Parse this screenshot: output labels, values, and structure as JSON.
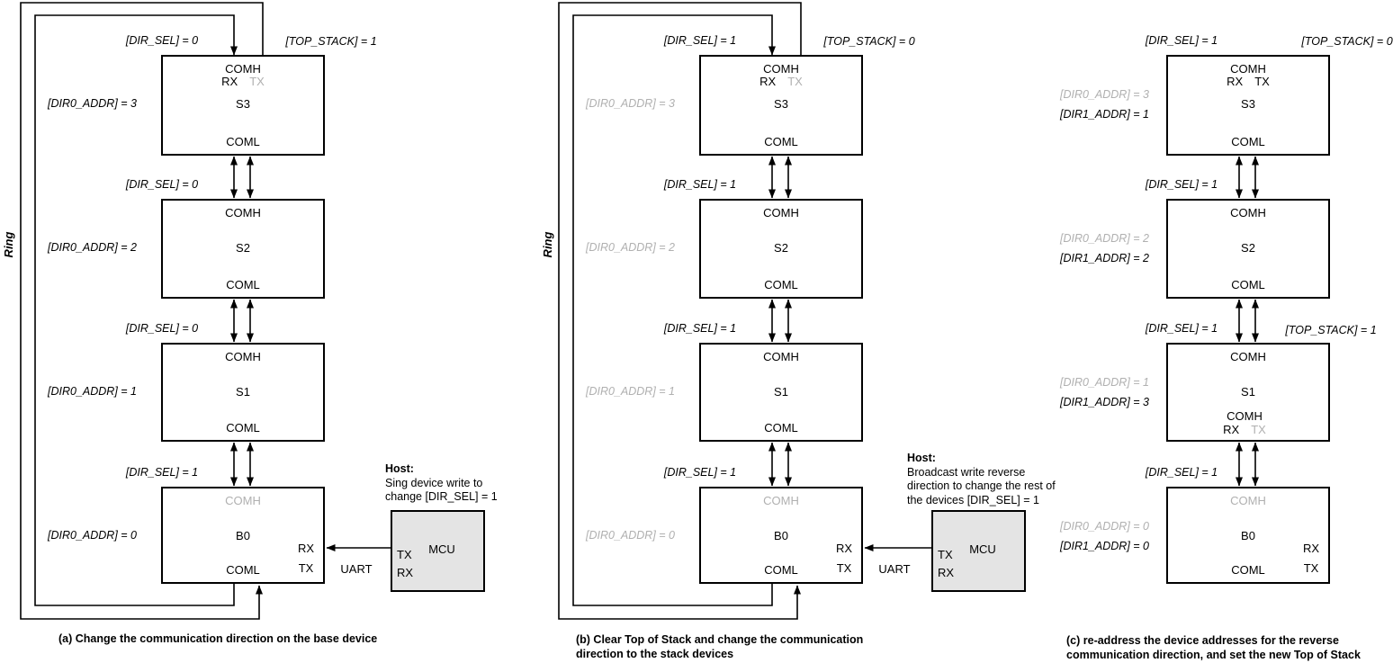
{
  "colors": {
    "ink": "#000000",
    "dim_text": "#b0b0b0",
    "mcu_fill": "#e4e4e4",
    "background": "#ffffff"
  },
  "panels": [
    {
      "name": "a",
      "ring_label": "Ring",
      "caption_lines": [
        "(a) Change the communication direction on the base device"
      ],
      "host": {
        "title": "Host:",
        "lines": [
          "Sing device write to",
          "change [DIR_SEL] = 1"
        ]
      },
      "mcu": {
        "label": "MCU",
        "tx": "TX",
        "rx": "RX",
        "bus_label": "UART"
      },
      "devices": [
        {
          "name": "S3",
          "dir_sel": "[DIR_SEL] = 0",
          "top_stack": "[TOP_STACK] = 1",
          "addrs": [
            {
              "text": "[DIR0_ADDR] = 3",
              "dim": false
            }
          ],
          "top_port": "COMH",
          "top_port_dim": false,
          "top_rx": "RX",
          "top_rx_dim": false,
          "top_tx": "TX",
          "top_tx_dim": true,
          "bottom_port": "COML"
        },
        {
          "name": "S2",
          "dir_sel": "[DIR_SEL] = 0",
          "addrs": [
            {
              "text": "[DIR0_ADDR] = 2",
              "dim": false
            }
          ],
          "top_port": "COMH",
          "top_port_dim": false,
          "bottom_port": "COML"
        },
        {
          "name": "S1",
          "dir_sel": "[DIR_SEL] = 0",
          "addrs": [
            {
              "text": "[DIR0_ADDR] = 1",
              "dim": false
            }
          ],
          "top_port": "COMH",
          "top_port_dim": false,
          "bottom_port": "COML"
        },
        {
          "name": "B0",
          "dir_sel": "[DIR_SEL] = 1",
          "addrs": [
            {
              "text": "[DIR0_ADDR] = 0",
              "dim": false
            }
          ],
          "top_port": "COMH",
          "top_port_dim": true,
          "bottom_port": "COML",
          "side_rx": "RX",
          "side_tx": "TX"
        }
      ]
    },
    {
      "name": "b",
      "ring_label": "Ring",
      "caption_lines": [
        "(b) Clear Top of Stack and change the communication",
        "direction to the stack devices"
      ],
      "host": {
        "title": "Host:",
        "lines": [
          "Broadcast write reverse",
          "direction to change the rest of",
          "the devices [DIR_SEL] = 1"
        ]
      },
      "mcu": {
        "label": "MCU",
        "tx": "TX",
        "rx": "RX",
        "bus_label": "UART"
      },
      "devices": [
        {
          "name": "S3",
          "dir_sel": "[DIR_SEL] = 1",
          "top_stack": "[TOP_STACK] = 0",
          "addrs": [
            {
              "text": "[DIR0_ADDR] = 3",
              "dim": true
            }
          ],
          "top_port": "COMH",
          "top_port_dim": false,
          "top_rx": "RX",
          "top_rx_dim": false,
          "top_tx": "TX",
          "top_tx_dim": true,
          "bottom_port": "COML"
        },
        {
          "name": "S2",
          "dir_sel": "[DIR_SEL] = 1",
          "addrs": [
            {
              "text": "[DIR0_ADDR] = 2",
              "dim": true
            }
          ],
          "top_port": "COMH",
          "top_port_dim": false,
          "bottom_port": "COML"
        },
        {
          "name": "S1",
          "dir_sel": "[DIR_SEL] = 1",
          "addrs": [
            {
              "text": "[DIR0_ADDR] = 1",
              "dim": true
            }
          ],
          "top_port": "COMH",
          "top_port_dim": false,
          "bottom_port": "COML"
        },
        {
          "name": "B0",
          "dir_sel": "[DIR_SEL] = 1",
          "addrs": [
            {
              "text": "[DIR0_ADDR] = 0",
              "dim": true
            }
          ],
          "top_port": "COMH",
          "top_port_dim": true,
          "bottom_port": "COML",
          "side_rx": "RX",
          "side_tx": "TX"
        }
      ]
    },
    {
      "name": "c",
      "caption_lines": [
        "(c) re-address the device addresses for the reverse",
        "communication direction, and set the new Top of Stack"
      ],
      "devices": [
        {
          "name": "S3",
          "dir_sel": "[DIR_SEL] = 1",
          "top_stack": "[TOP_STACK] = 0",
          "addrs": [
            {
              "text": "[DIR0_ADDR] = 3",
              "dim": true
            },
            {
              "text": "[DIR1_ADDR] = 1",
              "dim": false
            }
          ],
          "top_port": "COMH",
          "top_port_dim": false,
          "top_rx": "RX",
          "top_rx_dim": false,
          "top_tx": "TX",
          "top_tx_dim": false,
          "bottom_port": "COML"
        },
        {
          "name": "S2",
          "dir_sel": "[DIR_SEL] = 1",
          "addrs": [
            {
              "text": "[DIR0_ADDR] = 2",
              "dim": true
            },
            {
              "text": "[DIR1_ADDR] = 2",
              "dim": false
            }
          ],
          "top_port": "COMH",
          "top_port_dim": false,
          "bottom_port": "COML"
        },
        {
          "name": "S1",
          "dir_sel": "[DIR_SEL] = 1",
          "top_stack": "[TOP_STACK] = 1",
          "addrs": [
            {
              "text": "[DIR0_ADDR] = 1",
              "dim": true
            },
            {
              "text": "[DIR1_ADDR] = 3",
              "dim": false
            }
          ],
          "top_port": "COMH",
          "top_port_dim": false,
          "bottom_port2": "COMH",
          "bottom_rx": "RX",
          "bottom_rx_dim": false,
          "bottom_tx": "TX",
          "bottom_tx_dim": true
        },
        {
          "name": "B0",
          "dir_sel": "[DIR_SEL] = 1",
          "addrs": [
            {
              "text": "[DIR0_ADDR] = 0",
              "dim": true
            },
            {
              "text": "[DIR1_ADDR] = 0",
              "dim": false
            }
          ],
          "top_port": "COMH",
          "top_port_dim": true,
          "bottom_port": "COML",
          "side_rx": "RX",
          "side_tx": "TX"
        }
      ]
    }
  ]
}
